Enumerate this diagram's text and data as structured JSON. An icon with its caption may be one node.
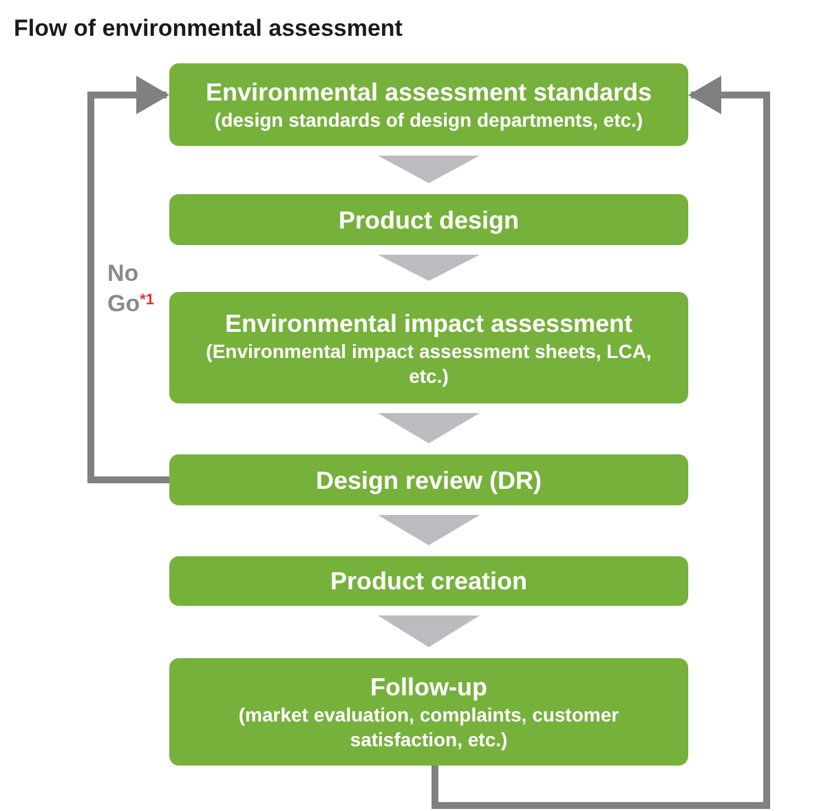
{
  "diagram": {
    "title": "Flow of environmental assessment",
    "nodes": [
      {
        "text": [
          "Environmental assessment standards",
          "(design standards of design departments, etc.)"
        ]
      },
      {
        "text": [
          "Product design"
        ]
      },
      {
        "text": [
          "Environmental impact assessment",
          "(Environmental impact assessment sheets, LCA, etc.)"
        ]
      },
      {
        "text": [
          "Design review (DR)"
        ]
      },
      {
        "text": [
          "Product creation"
        ]
      },
      {
        "text": [
          "Follow-up",
          "(market evaluation, complaints, customer satisfaction, etc.)"
        ]
      }
    ],
    "edges": [
      {
        "from": 0,
        "to": 1,
        "arrow": "to"
      },
      {
        "from": 1,
        "to": 2,
        "arrow": "to"
      },
      {
        "from": 2,
        "to": 3,
        "arrow": "to"
      },
      {
        "from": 3,
        "to": 4,
        "arrow": "to"
      },
      {
        "from": 4,
        "to": 5,
        "arrow": "to"
      },
      {
        "from": 3,
        "to": 0,
        "arrow": "to",
        "label": "No Go$^{*1}$"
      },
      {
        "from": 5,
        "to": 0,
        "arrow": "to"
      }
    ]
  }
}
